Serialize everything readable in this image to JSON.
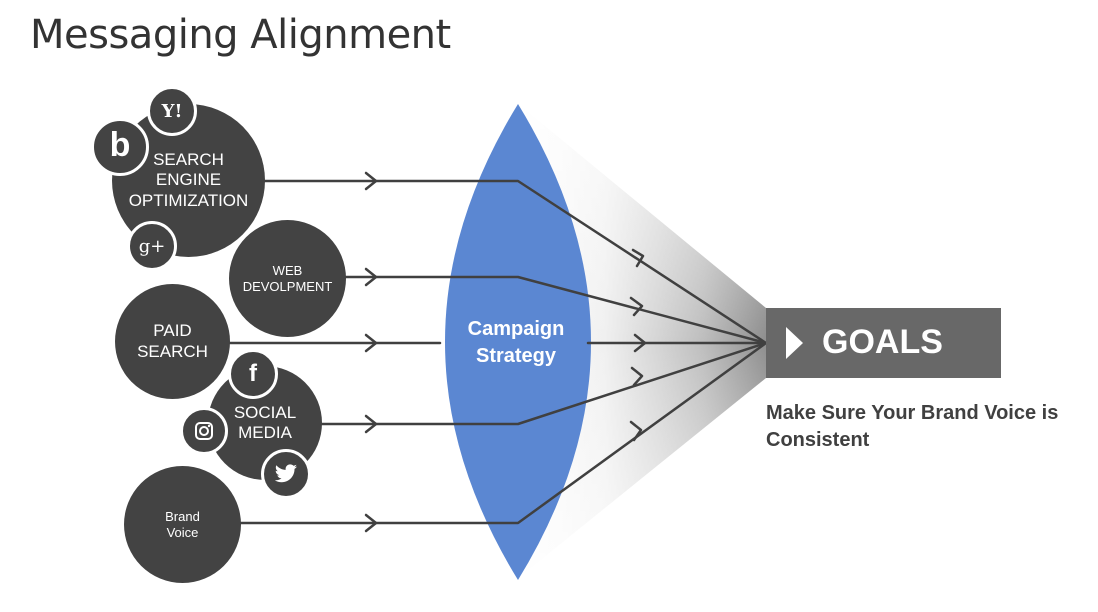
{
  "title": "Messaging Alignment",
  "lens_label": "Campaign\nStrategy",
  "goals": "GOALS",
  "subtitle": "Make Sure Your Brand Voice is Consistent",
  "sources": [
    {
      "label": "SEARCH\nENGINE\nOPTIMIZATION"
    },
    {
      "label": "WEB\nDEVOLPMENT"
    },
    {
      "label": "PAID\nSEARCH"
    },
    {
      "label": "SOCIAL\nMEDIA"
    },
    {
      "label": "Brand\nVoice"
    }
  ],
  "icons": {
    "yahoo": "Y!",
    "bing": "b",
    "google_plus": "g+",
    "facebook": "f"
  },
  "colors": {
    "circle": "#434343",
    "lens": "#5b87d2",
    "goals_box": "#686868",
    "arrow": "#404040"
  }
}
